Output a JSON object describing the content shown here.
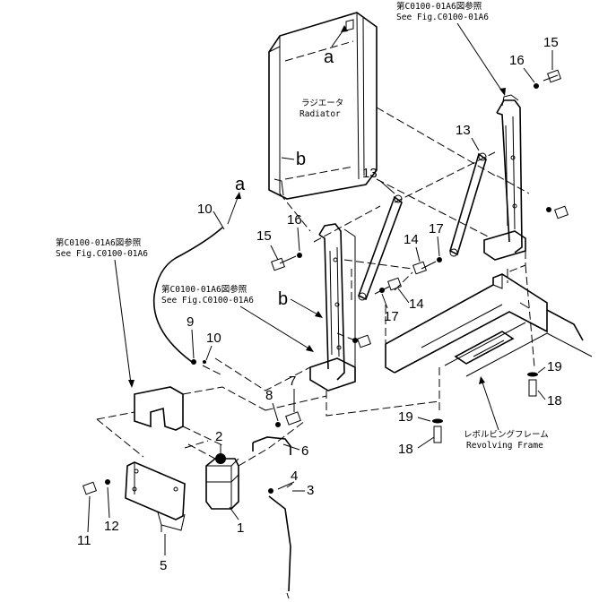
{
  "callouts": {
    "c1": "1",
    "c2": "2",
    "c3": "3",
    "c4": "4",
    "c5": "5",
    "c6": "6",
    "c7": "7",
    "c8": "8",
    "c9": "9",
    "c10a": "10",
    "c10b": "10",
    "c11": "11",
    "c12": "12",
    "c13a": "13",
    "c13b": "13",
    "c14a": "14",
    "c14b": "14",
    "c15a": "15",
    "c15b": "15",
    "c16a": "16",
    "c16b": "16",
    "c17a": "17",
    "c17b": "17",
    "c18a": "18",
    "c18b": "18",
    "c19a": "19",
    "c19b": "19"
  },
  "letters": {
    "a_top": "a",
    "b_radiator": "b",
    "a_hose": "a",
    "b_bracket": "b"
  },
  "references": {
    "top_right_jp": "第C0100-01A6図参照",
    "top_right_en": "See Fig.C0100-01A6",
    "left_jp": "第C0100-01A6図参照",
    "left_en": "See Fig.C0100-01A6",
    "mid_jp": "第C0100-01A6図参照",
    "mid_en": "See Fig.C0100-01A6"
  },
  "labels": {
    "radiator_jp": "ラジエータ",
    "radiator_en": "Radiator",
    "frame_jp": "レボルビングフレーム",
    "frame_en": "Revolving Frame"
  }
}
